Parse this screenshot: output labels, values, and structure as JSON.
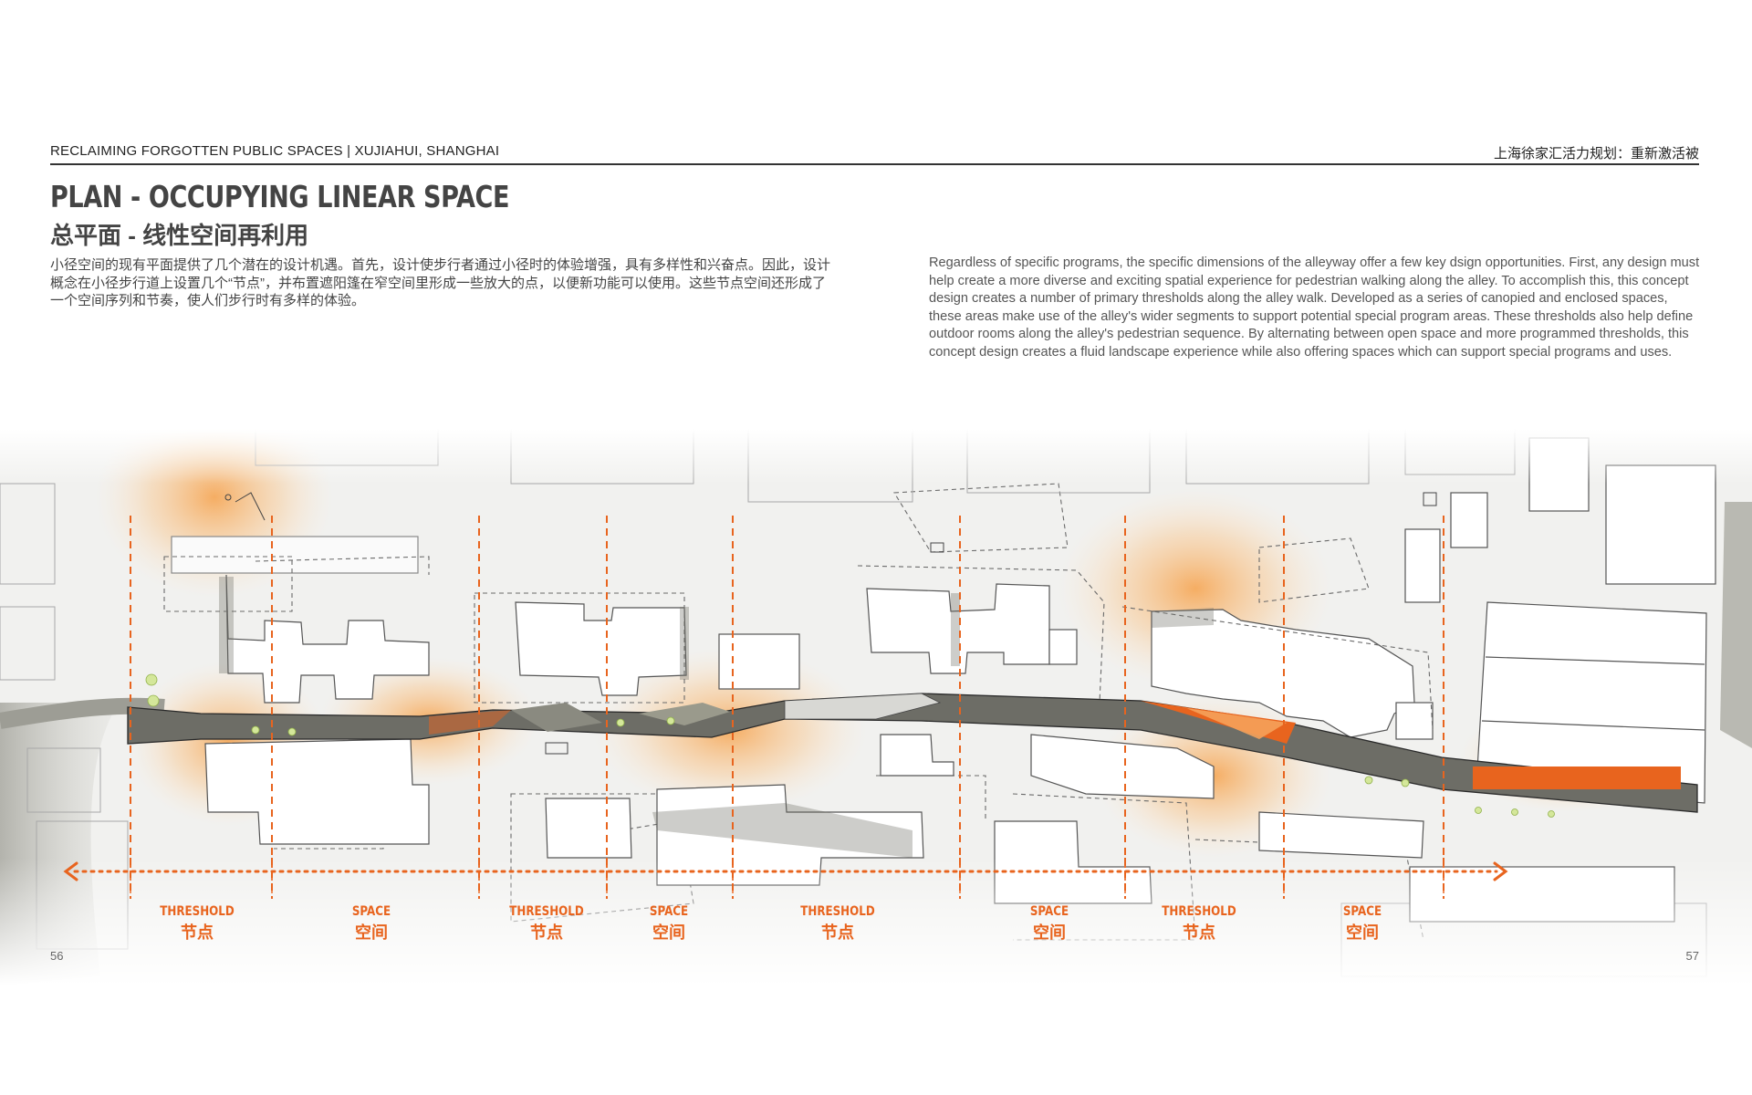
{
  "header": {
    "left": "RECLAIMING FORGOTTEN PUBLIC SPACES | XUJIAHUI, SHANGHAI",
    "right": "上海徐家汇活力规划：重新激活被"
  },
  "title": {
    "en": "PLAN - OCCUPYING LINEAR SPACE",
    "cn": "总平面 - 线性空间再利用"
  },
  "body": {
    "cn": "小径空间的现有平面提供了几个潜在的设计机遇。首先，设计使步行者通过小径时的体验增强，具有多样性和兴奋点。因此，设计概念在小径步行道上设置几个“节点”，并布置遮阳篷在窄空间里形成一些放大的点，以便新功能可以使用。这些节点空间还形成了一个空间序列和节奏，使人们步行时有多样的体验。",
    "en": "Regardless of specific programs, the specific dimensions of the alleyway offer a few key dsign opportunities.  First, any design must help create a more diverse and exciting spatial experience for pedestrian walking along the alley.  To accomplish this, this concept design creates a number of primary thresholds along the alley walk.  Developed as a series of canopied and enclosed spaces, these areas make use of the alley's wider segments to support potential special program areas.  These thresholds also help define outdoor rooms along the alley's pedestrian sequence.  By alternating between open space and more programmed thresholds, this concept design creates a fluid landscape experience while also offering spaces which can support special programs and uses."
  },
  "plan_labels": [
    {
      "en": "THRESHOLD",
      "cn": "节点"
    },
    {
      "en": "SPACE",
      "cn": "空间"
    },
    {
      "en": "THRESHOLD",
      "cn": "节点"
    },
    {
      "en": "SPACE",
      "cn": "空间"
    },
    {
      "en": "THRESHOLD",
      "cn": "节点"
    },
    {
      "en": "SPACE",
      "cn": "空间"
    },
    {
      "en": "THRESHOLD",
      "cn": "节点"
    },
    {
      "en": "SPACE",
      "cn": "空间"
    }
  ],
  "colors": {
    "accent": "#e8641e",
    "building": "#ffffff",
    "alley": "#6b6b63",
    "glow": "#f7a24a"
  },
  "pages": {
    "left": "56",
    "right": "57"
  }
}
